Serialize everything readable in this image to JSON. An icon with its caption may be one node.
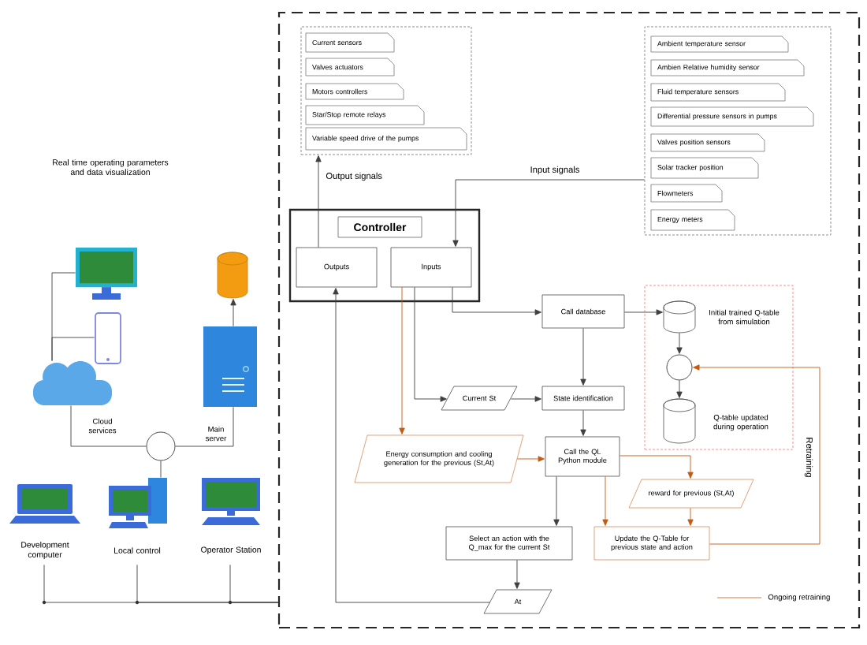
{
  "diagram": {
    "nodes": [
      {
        "text": [],
        "shape": "box"
      },
      {
        "text": [],
        "shape": "box",
        "in": 0
      },
      {
        "text": [
          "Current sensors"
        ],
        "in": 1
      },
      {
        "text": [
          "Valves actuators"
        ],
        "in": 1
      },
      {
        "text": [
          "Motors controllers"
        ],
        "in": 1
      },
      {
        "text": [
          "Star/Stop remote relays"
        ],
        "in": 1
      },
      {
        "text": [
          "Variable speed drive of the pumps"
        ],
        "in": 1
      },
      {
        "text": [],
        "shape": "box",
        "in": 0
      },
      {
        "text": [
          "Ambient temperature sensor"
        ],
        "in": 7
      },
      {
        "text": [
          "Ambien Relative humidity sensor"
        ],
        "in": 7
      },
      {
        "text": [
          "Fluid temperature sensors"
        ],
        "in": 7
      },
      {
        "text": [
          "Differential pressure sensors in pumps"
        ],
        "in": 7
      },
      {
        "text": [
          "Valves position sensors"
        ],
        "in": 7
      },
      {
        "text": [
          "Solar tracker position"
        ],
        "in": 7
      },
      {
        "text": [
          "Flowmeters"
        ],
        "in": 7
      },
      {
        "text": [
          "Energy meters"
        ],
        "in": 7
      },
      {
        "text": [
          "Controller"
        ],
        "in": 0
      },
      {
        "text": [
          "Outputs"
        ],
        "in": 16
      },
      {
        "text": [
          "Inputs"
        ],
        "in": 16
      },
      {
        "text": [
          "Call database"
        ],
        "in": 0
      },
      {
        "text": [],
        "shape": "box",
        "in": 0
      },
      {
        "text": [],
        "shape": "cylinder",
        "in": 20,
        "beside": [
          "Initial trained Q-table from simulation"
        ]
      },
      {
        "text": [],
        "shape": "circle",
        "in": 20
      },
      {
        "text": [],
        "shape": "cylinder",
        "in": 20,
        "beside": [
          "Q-table updated during operation"
        ]
      },
      {
        "text": [
          "Current St"
        ],
        "in": 0
      },
      {
        "text": [
          "State identification"
        ],
        "in": 0
      },
      {
        "text": [
          "Energy consumption and cooling generation for the previous (St,At)"
        ],
        "in": 0
      },
      {
        "text": [
          "Call the QL Python module"
        ],
        "in": 0
      },
      {
        "text": [
          "reward for previous (St,At)"
        ],
        "in": 0
      },
      {
        "text": [
          "Select an action with the Q_max for the current St"
        ],
        "in": 0
      },
      {
        "text": [
          "Update the Q-Table for previous state and action"
        ],
        "in": 0
      },
      {
        "text": [
          "At"
        ],
        "in": 0
      },
      {
        "text": [],
        "shape": "monitor"
      },
      {
        "text": [],
        "shape": "phone"
      },
      {
        "text": [],
        "shape": "cloud",
        "beside": [
          "Cloud services"
        ]
      },
      {
        "text": [],
        "shape": "circle"
      },
      {
        "text": [],
        "shape": "cylinder"
      },
      {
        "text": [],
        "shape": "server",
        "beside": [
          "Main server"
        ]
      },
      {
        "text": [],
        "shape": "laptop",
        "beside": [
          "Development computer"
        ]
      },
      {
        "text": [],
        "shape": "computer",
        "beside": [
          "Local control"
        ]
      },
      {
        "text": [],
        "shape": "workstation",
        "beside": [
          "Operator Station"
        ]
      }
    ],
    "edges": [
      {
        "from": 17,
        "to": 1,
        "arrow": "to",
        "label": "Output signals"
      },
      {
        "from": 7,
        "to": 18,
        "arrow": "to",
        "label": "Input signals"
      },
      {
        "from": 18,
        "to": 19,
        "arrow": "to"
      },
      {
        "from": 19,
        "to": 21,
        "arrow": "to"
      },
      {
        "from": 21,
        "to": 22,
        "arrow": "to"
      },
      {
        "from": 22,
        "to": 23,
        "arrow": "to"
      },
      {
        "from": 19,
        "to": 25,
        "arrow": "to"
      },
      {
        "from": 18,
        "to": 24,
        "arrow": "to"
      },
      {
        "from": 24,
        "to": 25,
        "arrow": "to"
      },
      {
        "from": 25,
        "to": 27,
        "arrow": "to"
      },
      {
        "from": 18,
        "to": 26,
        "arrow": "to",
        "color": "#c55a11"
      },
      {
        "from": 26,
        "to": 27,
        "arrow": "to",
        "color": "#c55a11"
      },
      {
        "from": 27,
        "to": 28,
        "arrow": "to",
        "color": "#c55a11"
      },
      {
        "from": 27,
        "to": 30,
        "arrow": "to",
        "color": "#c55a11"
      },
      {
        "from": 28,
        "to": 30,
        "arrow": "to",
        "color": "#c55a11"
      },
      {
        "from": 30,
        "to": 22,
        "arrow": "to",
        "color": "#c55a11",
        "label": "Retraining"
      },
      {
        "from": 27,
        "to": 29,
        "arrow": "to"
      },
      {
        "from": 29,
        "to": 31,
        "arrow": "to"
      },
      {
        "from": 31,
        "to": 17,
        "arrow": "to"
      },
      {
        "from": 32,
        "to": 34,
        "arrow": "none"
      },
      {
        "from": 33,
        "to": 34,
        "arrow": "none"
      },
      {
        "from": 34,
        "to": 35,
        "arrow": "none"
      },
      {
        "from": 35,
        "to": 37,
        "arrow": "none"
      },
      {
        "from": 37,
        "to": 36,
        "arrow": "to"
      },
      {
        "from": 35,
        "to": 39,
        "arrow": "none"
      },
      {
        "from": 38,
        "to": 0,
        "arrow": "none"
      },
      {
        "from": 39,
        "to": 0,
        "arrow": "none"
      },
      {
        "from": 40,
        "to": 0,
        "arrow": "none"
      }
    ],
    "labels": [
      "Real time operating parameters and data visualization"
    ],
    "legend": [
      {
        "text": "Ongoing retraining"
      }
    ]
  }
}
